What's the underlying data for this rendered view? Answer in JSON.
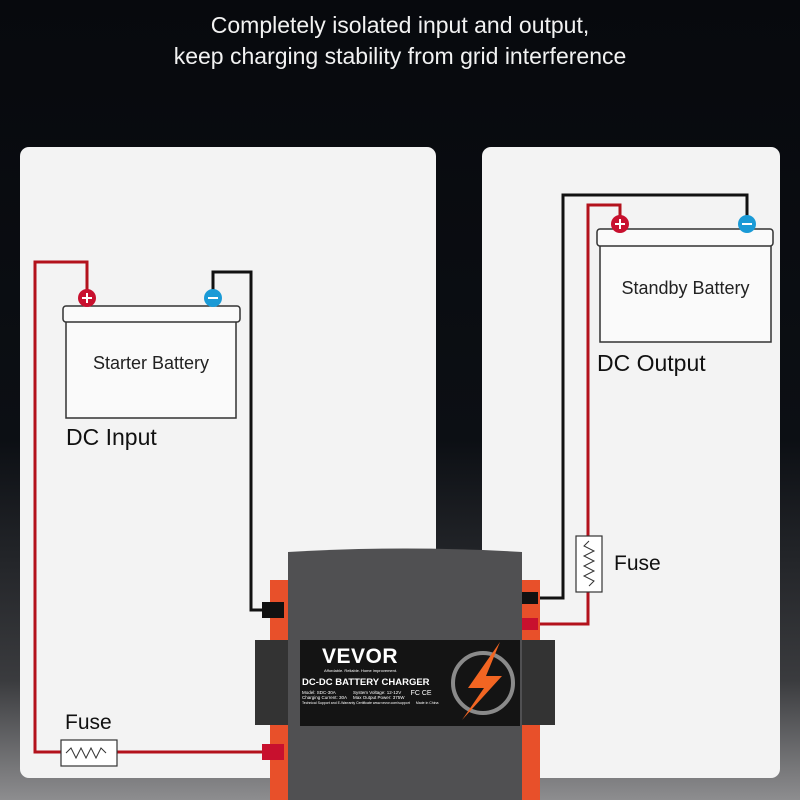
{
  "headline": {
    "line1": "Completely isolated input and output,",
    "line2": "keep charging stability from grid interference"
  },
  "input": {
    "battery_label": "Starter Battery",
    "section_label": "DC Input",
    "fuse_label": "Fuse"
  },
  "output": {
    "battery_label": "Standby Battery",
    "section_label": "DC Output",
    "fuse_label": "Fuse"
  },
  "device": {
    "brand": "VEVOR",
    "tagline": "Affordable. Reliable. Home improvement.",
    "title": "DC-DC BATTERY CHARGER",
    "model": "Model: SDC-30A",
    "current": "Charging Current: 30A",
    "voltage": "System Voltage: 12-12V",
    "power": "Max Output Power: 375W",
    "support": "Technical Support and E-Warranty Certificate www.vevor.com/support",
    "certs": "FC CE",
    "origin": "Made in China"
  },
  "colors": {
    "positive": "#c8102e",
    "negative": "#1a9ad6",
    "wire_red": "#b3121c",
    "wire_black": "#111111",
    "accent": "#f26522"
  }
}
